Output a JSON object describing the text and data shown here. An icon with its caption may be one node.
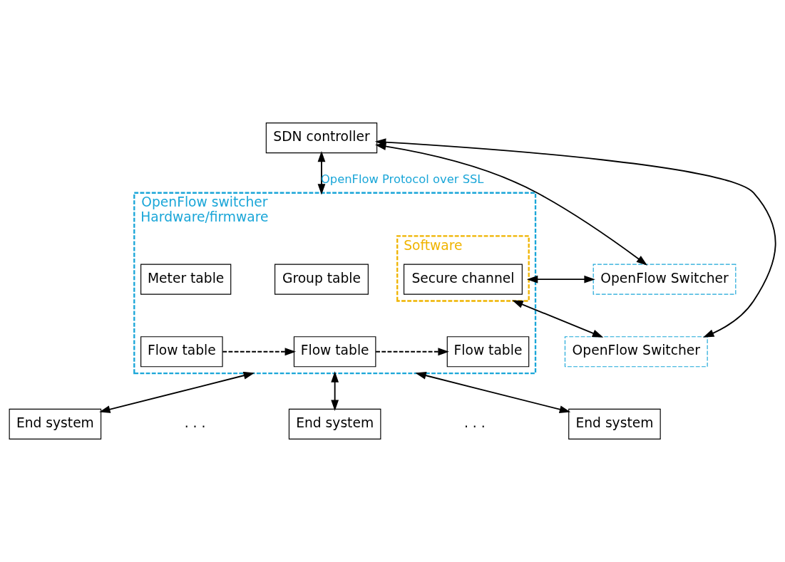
{
  "diagram": {
    "nodes": [
      {
        "text": [
          "SDN controller"
        ]
      },
      {
        "text": [
          "OpenFlow switcher",
          "Hardware/firmware"
        ]
      },
      {
        "text": [
          "Software"
        ],
        "in": 1
      },
      {
        "text": [
          "Meter table"
        ],
        "in": 1
      },
      {
        "text": [
          "Group table"
        ],
        "in": 1
      },
      {
        "text": [
          "Secure channel"
        ],
        "in": 2
      },
      {
        "text": [
          "Flow table"
        ],
        "in": 1
      },
      {
        "text": [
          "Flow table"
        ],
        "in": 1
      },
      {
        "text": [
          "Flow table"
        ],
        "in": 1
      },
      {
        "text": [
          "OpenFlow Switcher"
        ]
      },
      {
        "text": [
          "OpenFlow Switcher"
        ]
      },
      {
        "text": [
          "End system"
        ]
      },
      {
        "text": [
          "End system"
        ]
      },
      {
        "text": [
          "End system"
        ]
      }
    ],
    "edges": [
      {
        "from": 0,
        "to": 1,
        "arrow": "both",
        "label": "OpenFlow Protocol over SSL"
      },
      {
        "from": 0,
        "to": 9,
        "arrow": "both"
      },
      {
        "from": 0,
        "to": 10,
        "arrow": "both"
      },
      {
        "from": 2,
        "to": 9,
        "arrow": "both"
      },
      {
        "from": 2,
        "to": 10,
        "arrow": "both"
      },
      {
        "from": 6,
        "to": 7,
        "arrow": "to",
        "style": "dashed"
      },
      {
        "from": 7,
        "to": 8,
        "arrow": "to",
        "style": "dashed"
      },
      {
        "from": 1,
        "to": 11,
        "arrow": "both"
      },
      {
        "from": 1,
        "to": 12,
        "arrow": "both"
      },
      {
        "from": 1,
        "to": 13,
        "arrow": "both"
      }
    ],
    "labels": [
      ". . .",
      ". . ."
    ]
  }
}
